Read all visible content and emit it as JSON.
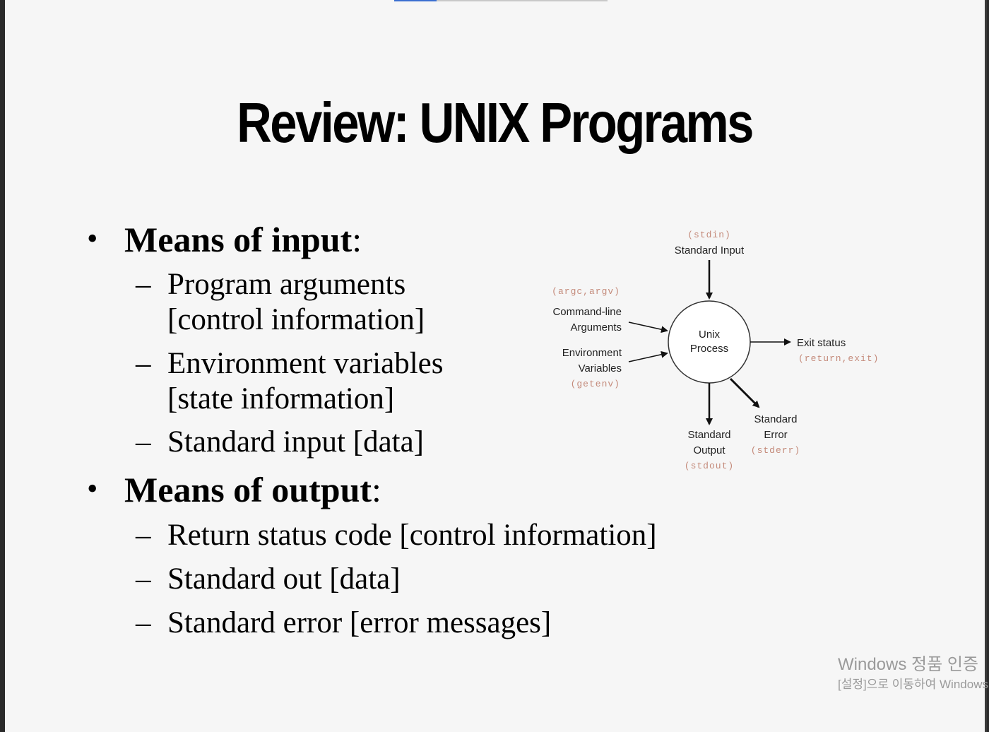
{
  "slide": {
    "title": "Review: UNIX Programs",
    "sections": [
      {
        "heading": "Means of input",
        "punct": ":",
        "items": [
          {
            "line1": "Program arguments",
            "line2": "[control information]"
          },
          {
            "line1": "Environment variables",
            "line2": "[state information]"
          },
          {
            "line1": "Standard input [data]"
          }
        ]
      },
      {
        "heading": "Means of output",
        "punct": ":",
        "items": [
          {
            "line1": "Return status code [control information]"
          },
          {
            "line1": "Standard out [data]"
          },
          {
            "line1": "Standard error [error messages]"
          }
        ]
      }
    ],
    "bullet_glyph": "•",
    "dash_glyph": "–"
  },
  "diagram": {
    "process_line1": "Unix",
    "process_line2": "Process",
    "stdin_code": "(stdin)",
    "stdin_label": "Standard Input",
    "args_code": "(argc,argv)",
    "args_line1": "Command-line",
    "args_line2": "Arguments",
    "env_line1": "Environment",
    "env_line2": "Variables",
    "env_code": "(getenv)",
    "exit_label": "Exit status",
    "exit_code": "(return,exit)",
    "stdout_line1": "Standard",
    "stdout_line2": "Output",
    "stdout_code": "(stdout)",
    "stderr_line1": "Standard",
    "stderr_line2": "Error",
    "stderr_code": "(stderr)"
  },
  "watermark": {
    "line1": "Windows 정품 인증",
    "line2": "[설정]으로 이동하여 Windows"
  }
}
